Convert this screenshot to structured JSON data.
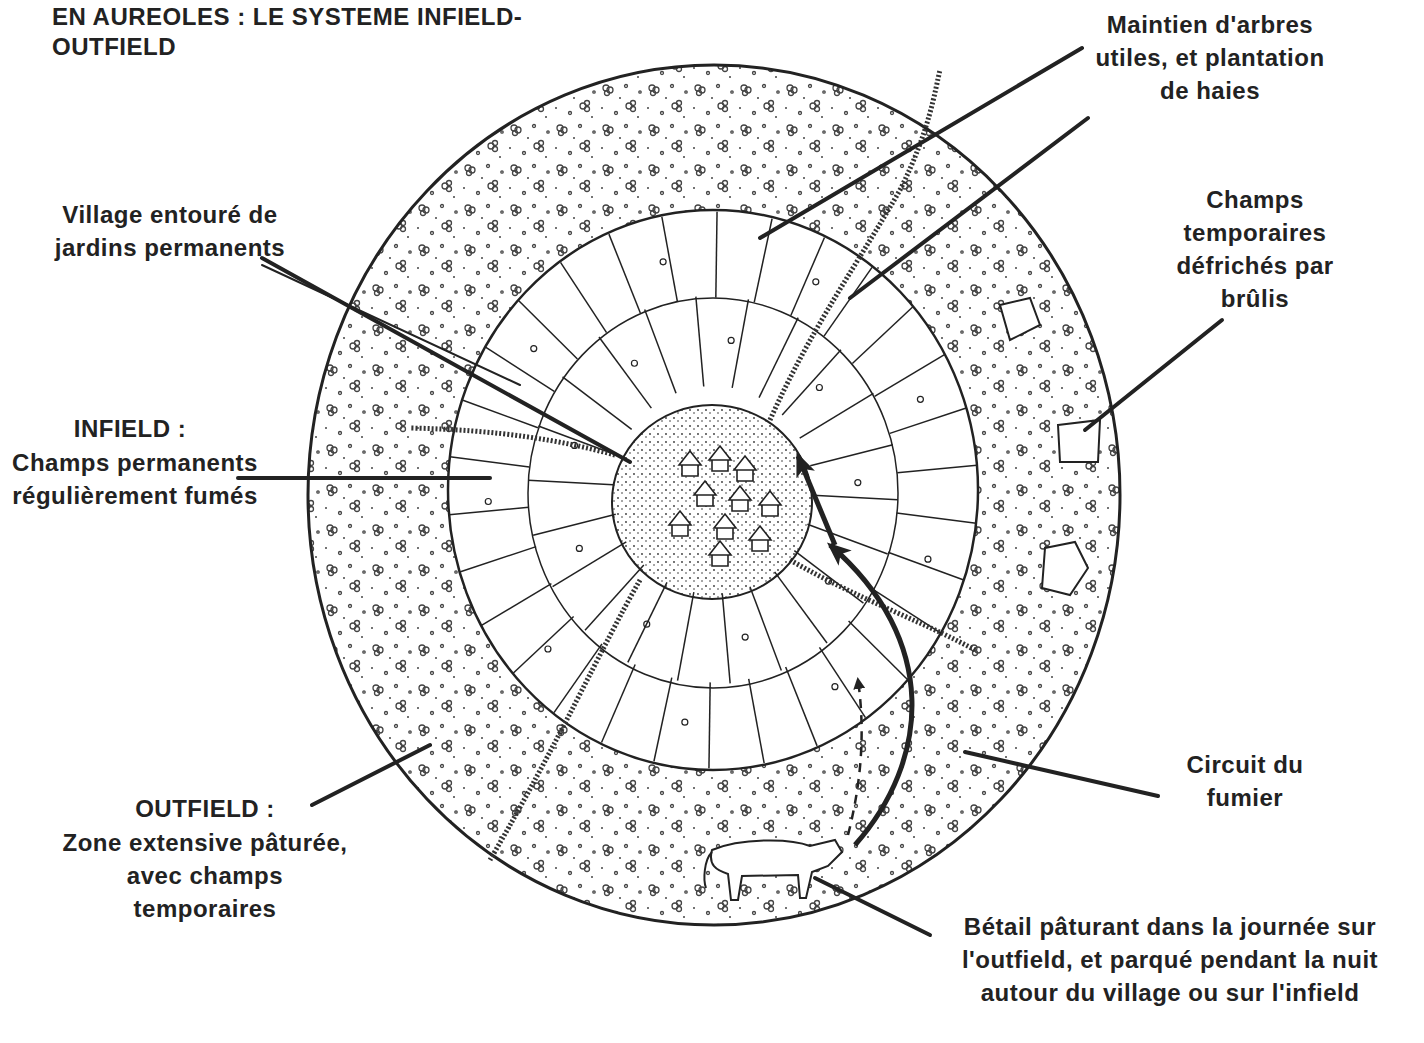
{
  "diagram": {
    "title": "EN AUREOLES : LE SYSTEME INFIELD-OUTFIELD",
    "labels": [
      "Maintien d'arbres utiles, et plantation de haies",
      "Village entouré de jardins permanents",
      "Champs temporaires défrichés par brûlis",
      "INFIELD :",
      "Champs permanents régulièrement fumés",
      "OUTFIELD :",
      "Zone extensive pâturée, avec champs temporaires",
      "Circuit du fumier",
      "Bétail pâturant dans la journée sur l'outfield, et parqué pendant la nuit autour du village ou sur l'infield"
    ]
  }
}
